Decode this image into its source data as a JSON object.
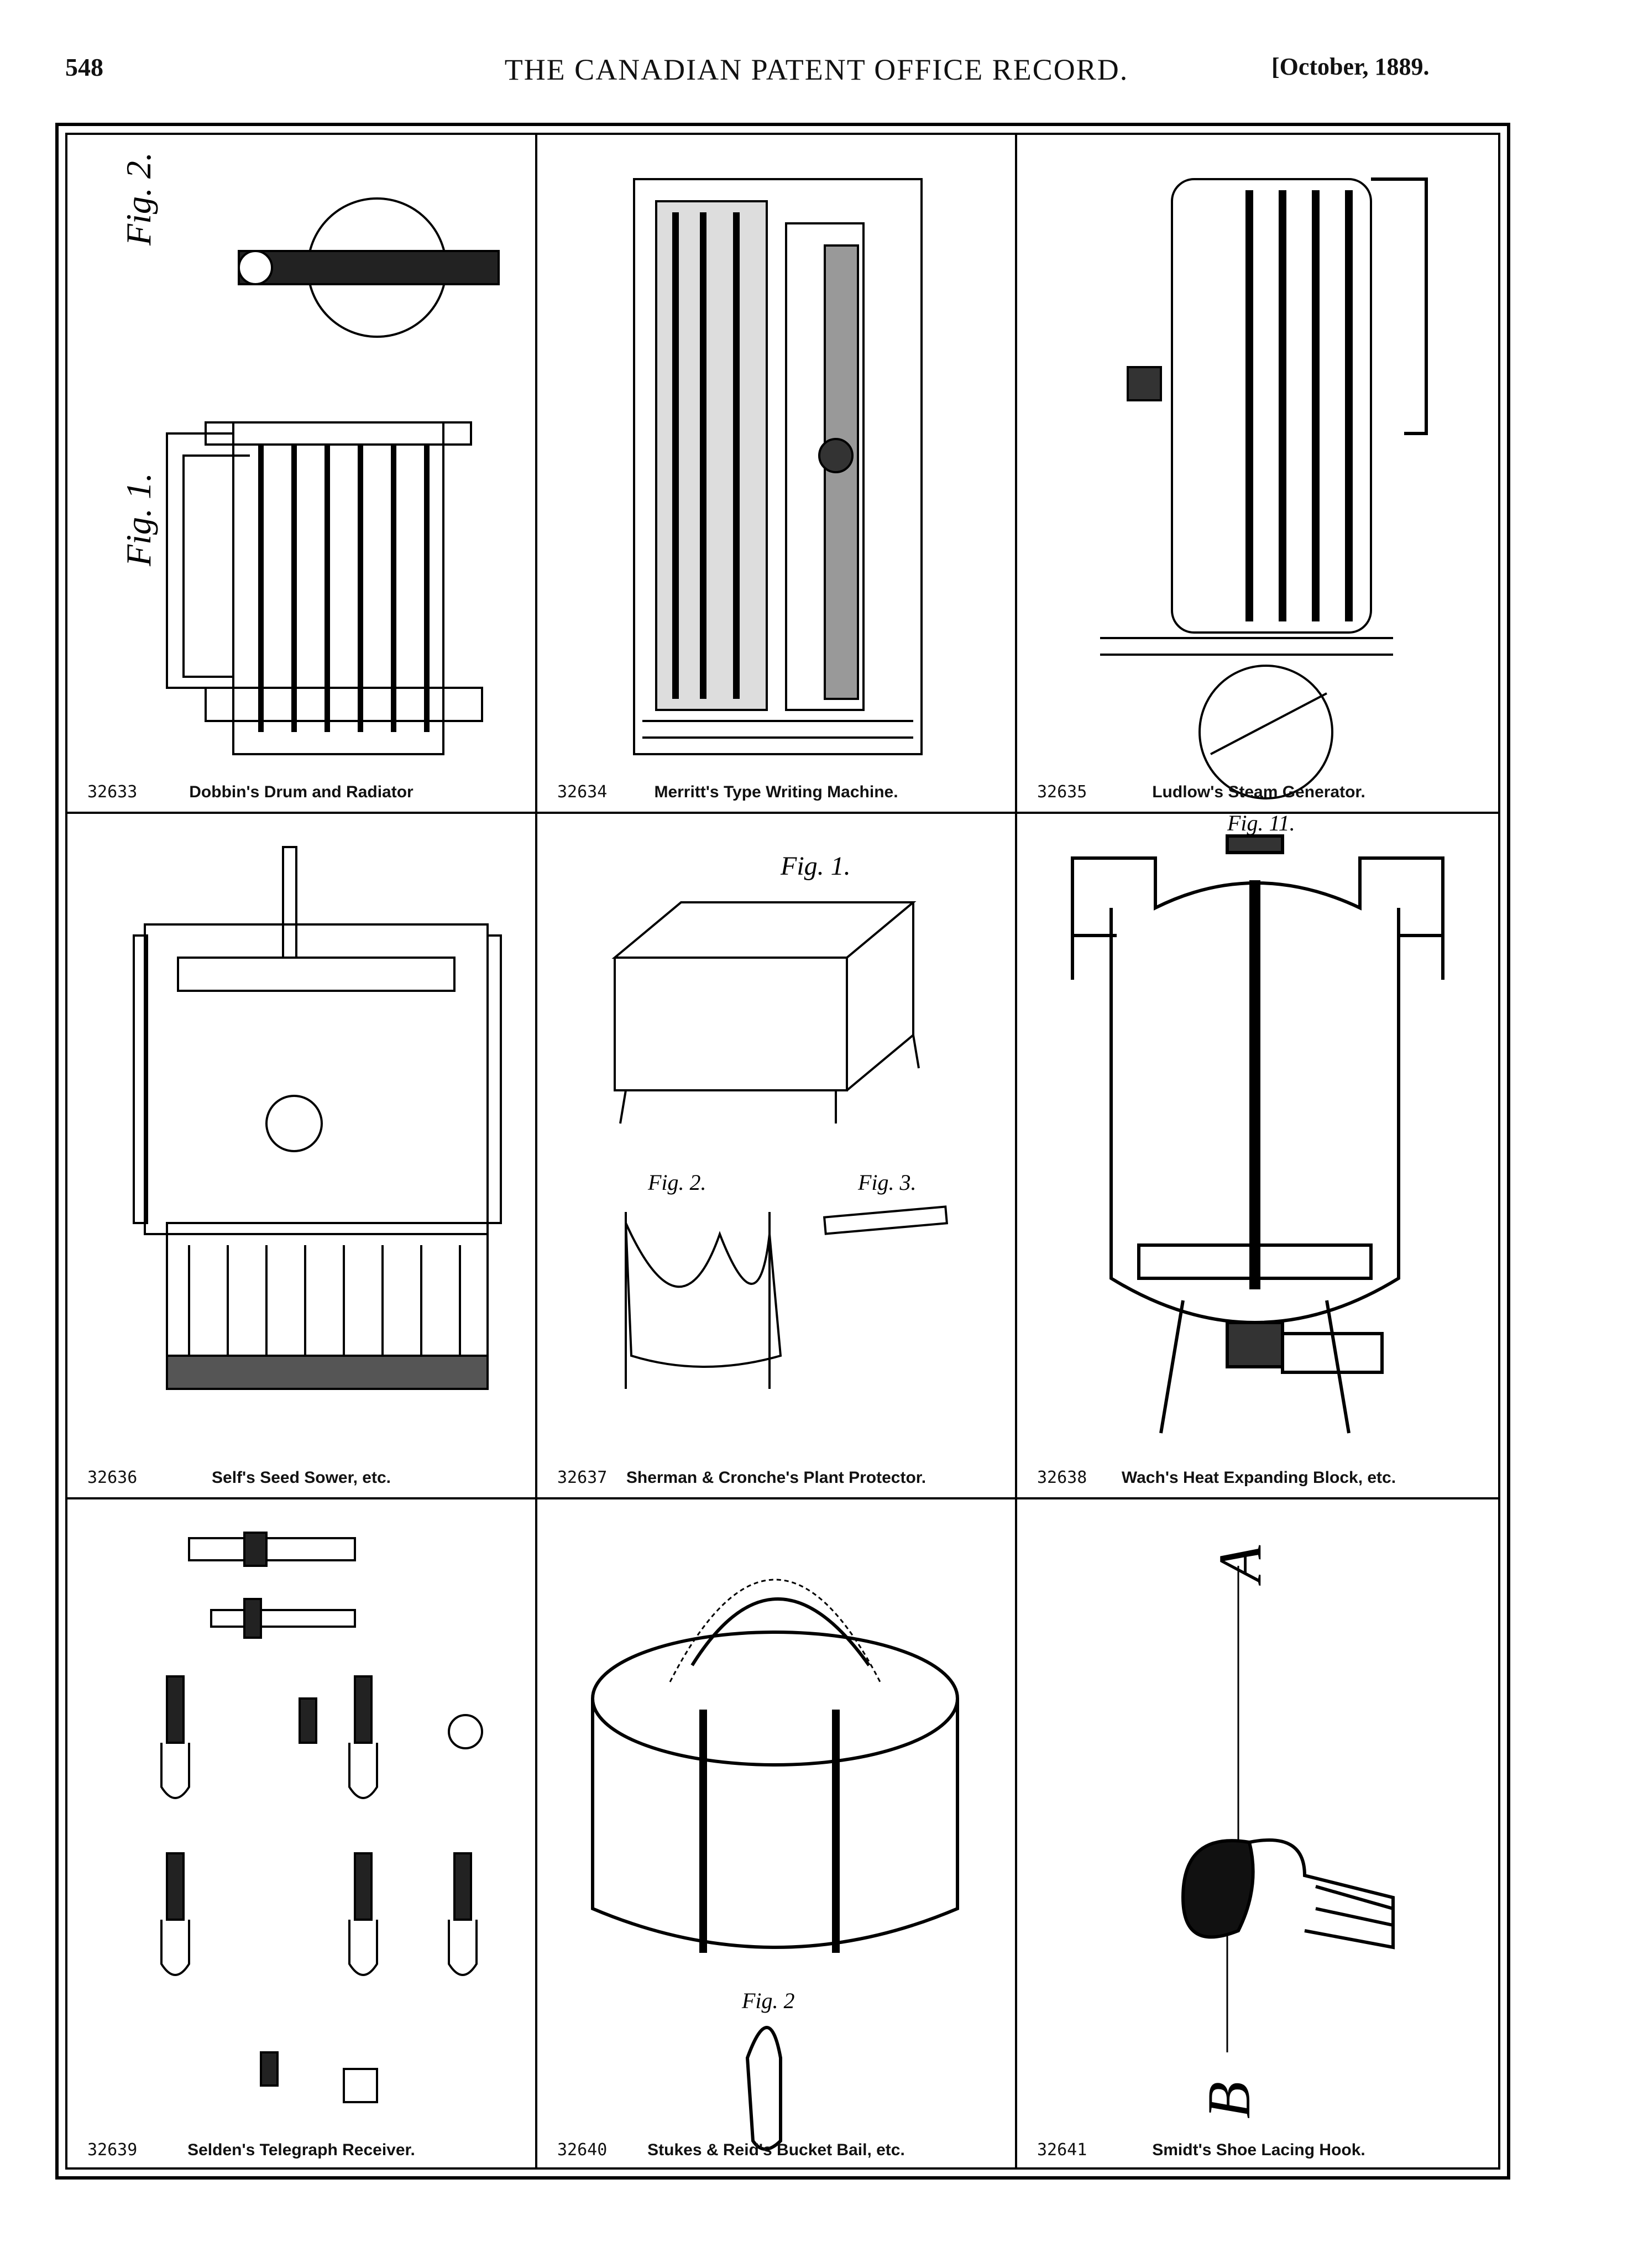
{
  "header": {
    "page_number": "548",
    "title": "THE CANADIAN PATENT OFFICE RECORD.",
    "date": "[October, 1889."
  },
  "figures": [
    {
      "number": "32633",
      "caption": "Dobbin's Drum and Radiator",
      "labels": [
        "Fig. 2.",
        "Fig. 1."
      ]
    },
    {
      "number": "32634",
      "caption": "Merritt's Type Writing Machine.",
      "labels": []
    },
    {
      "number": "32635",
      "caption": "Ludlow's Steam Generator.",
      "labels": []
    },
    {
      "number": "32636",
      "caption": "Self's Seed Sower, etc.",
      "labels": []
    },
    {
      "number": "32637",
      "caption": "Sherman & Cronche's Plant Protector.",
      "labels": [
        "Fig. 1.",
        "Fig. 2.",
        "Fig. 3."
      ]
    },
    {
      "number": "32638",
      "caption": "Wach's Heat Expanding Block, etc.",
      "labels": [
        "Fig. 11."
      ]
    },
    {
      "number": "32639",
      "caption": "Selden's Telegraph Receiver.",
      "labels": []
    },
    {
      "number": "32640",
      "caption": "Stukes & Reid's Bucket Bail, etc.",
      "labels": [
        "Fig. 2"
      ]
    },
    {
      "number": "32641",
      "caption": "Smidt's Shoe Lacing Hook.",
      "labels": [
        "A",
        "B"
      ]
    }
  ]
}
